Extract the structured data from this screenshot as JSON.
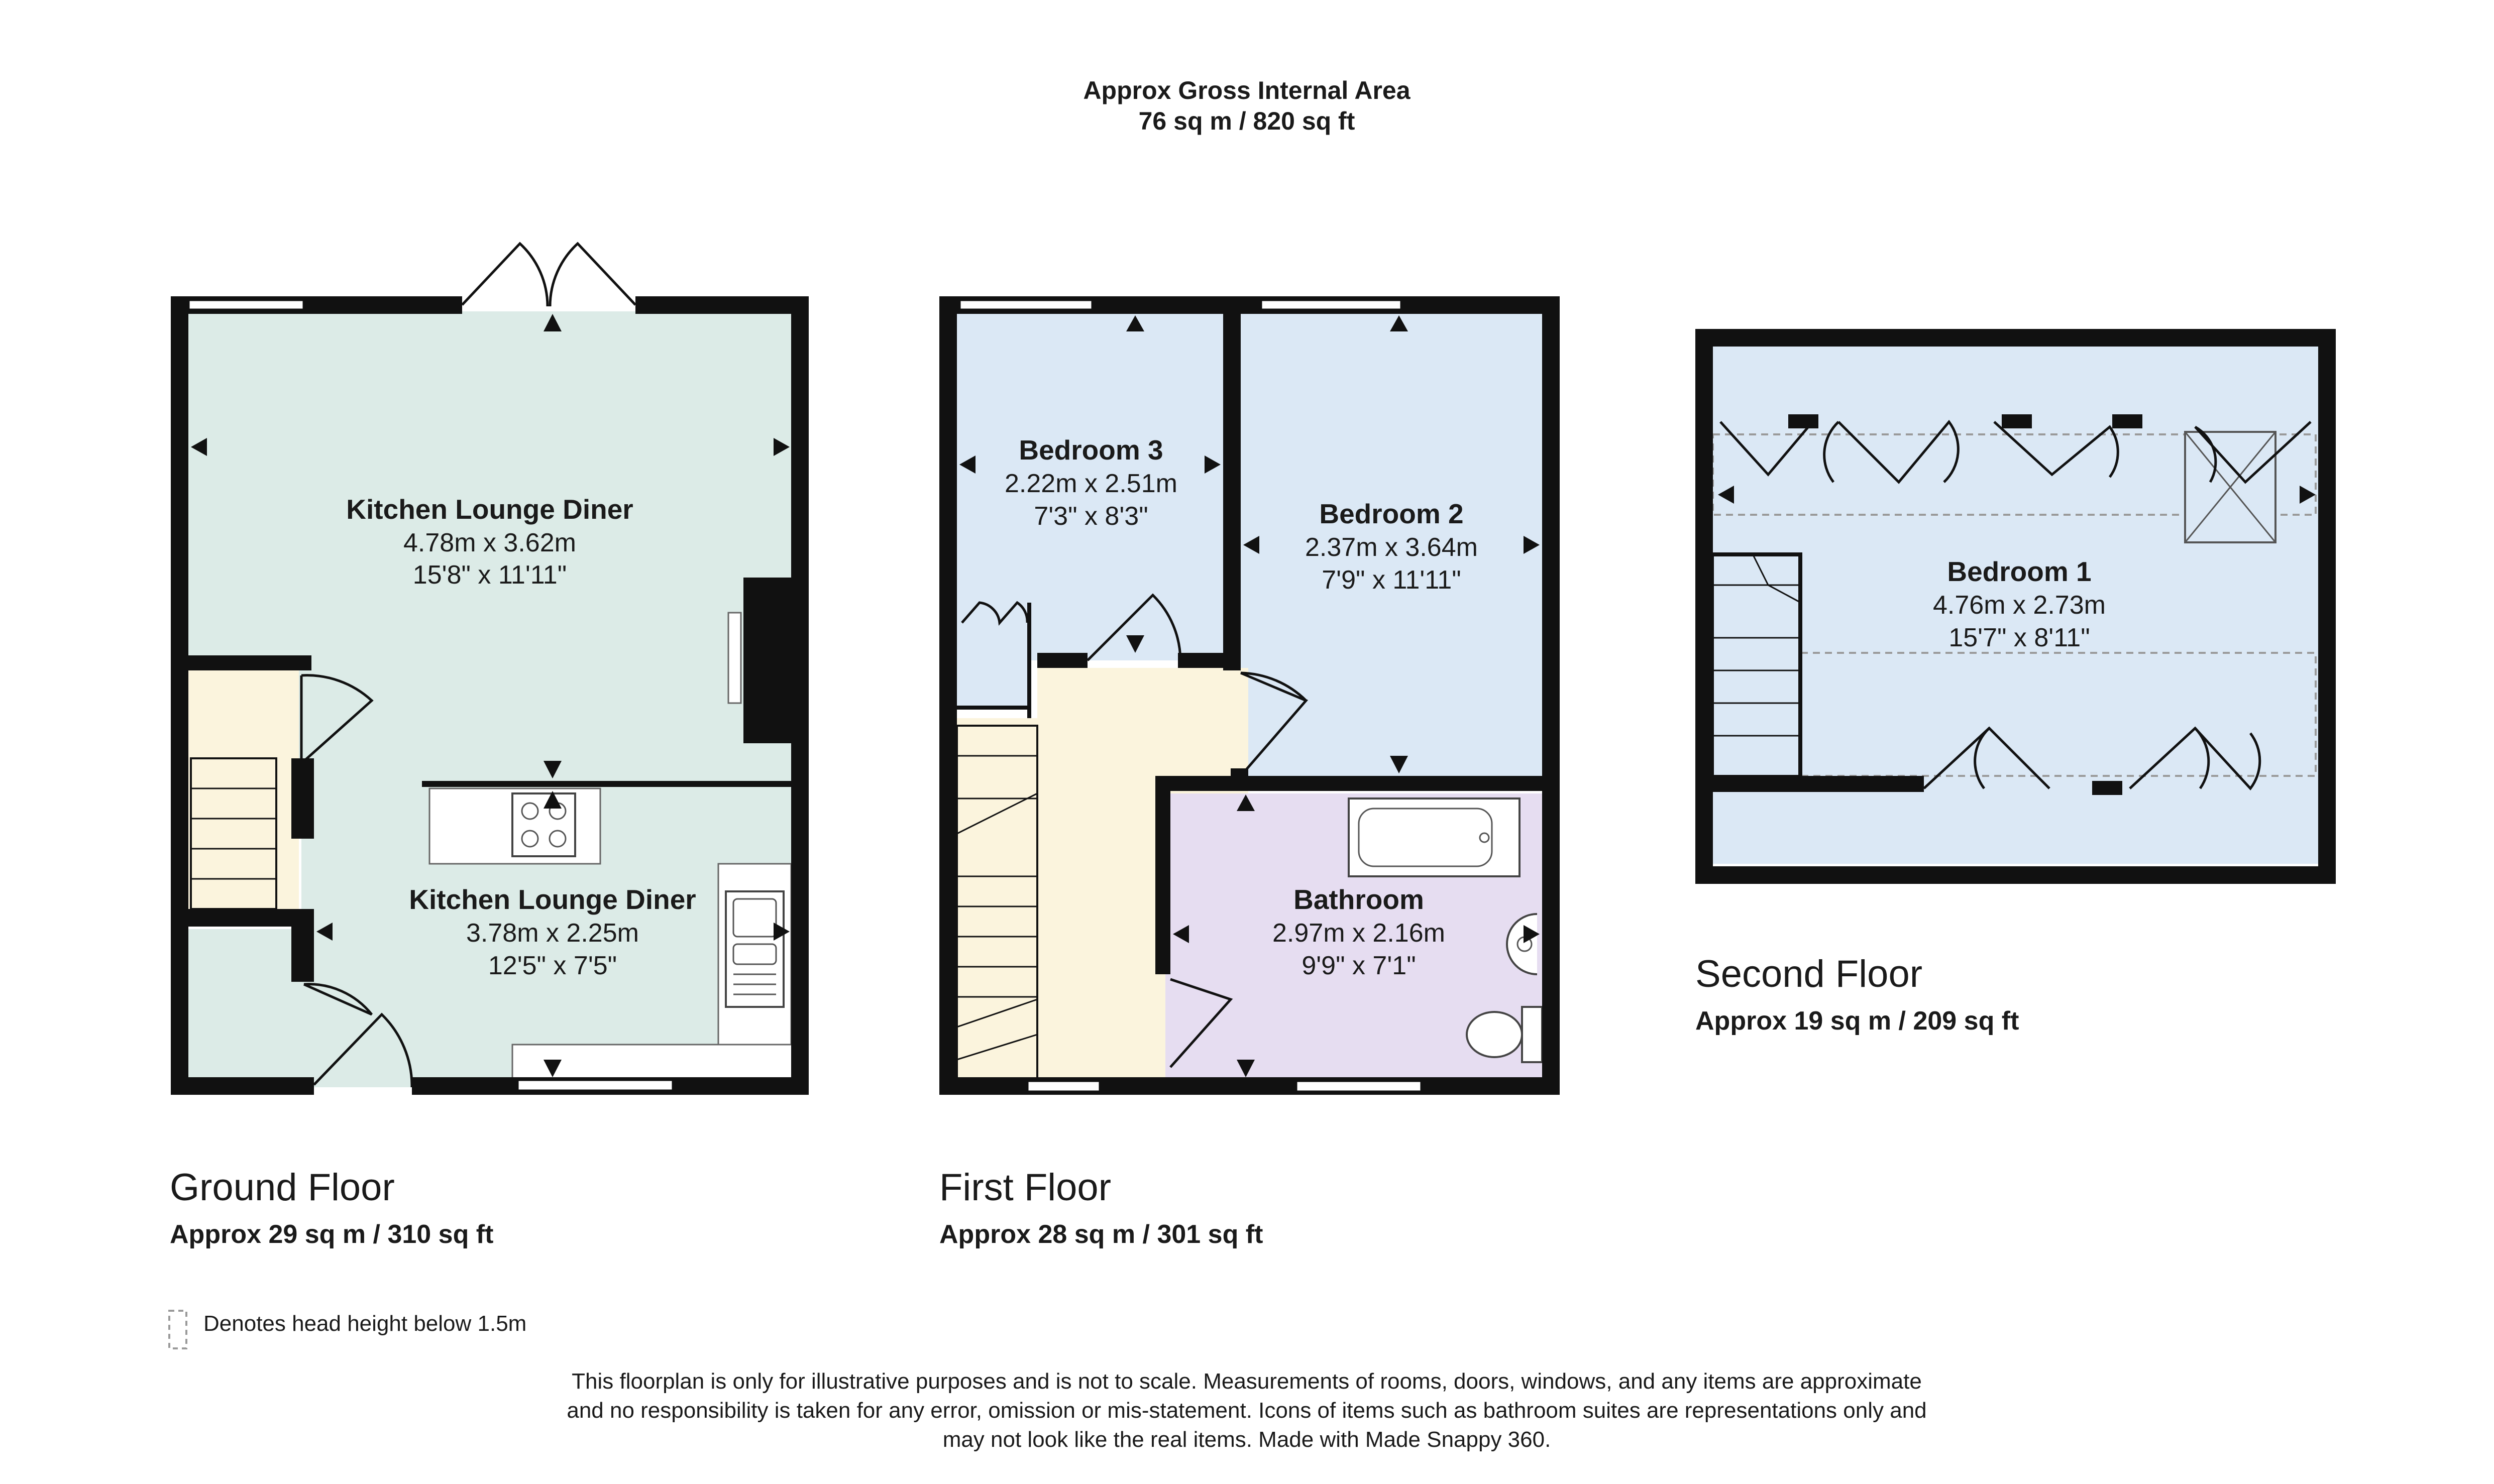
{
  "header": {
    "line1": "Approx Gross Internal Area",
    "line2": "76 sq m / 820 sq ft"
  },
  "colors": {
    "living": "#dcebe7",
    "bedroom": "#dbe8f5",
    "hall": "#fbf4dd",
    "bathroom": "#e6ddf1",
    "wall": "#111111"
  },
  "ground_floor": {
    "title": "Ground Floor",
    "area": "Approx 29 sq m / 310 sq ft",
    "rooms": [
      {
        "name": "Kitchen Lounge Diner",
        "metric": "4.78m x 3.62m",
        "imperial": "15'8\" x 11'11\""
      },
      {
        "name": "Kitchen Lounge Diner",
        "metric": "3.78m x 2.25m",
        "imperial": "12'5\" x 7'5\""
      }
    ]
  },
  "first_floor": {
    "title": "First Floor",
    "area": "Approx 28 sq m / 301 sq ft",
    "rooms": [
      {
        "name": "Bedroom 3",
        "metric": "2.22m x 2.51m",
        "imperial": "7'3\" x 8'3\""
      },
      {
        "name": "Bedroom 2",
        "metric": "2.37m x 3.64m",
        "imperial": "7'9\" x 11'11\""
      },
      {
        "name": "Bathroom",
        "metric": "2.97m x 2.16m",
        "imperial": "9'9\" x 7'1\""
      }
    ]
  },
  "second_floor": {
    "title": "Second Floor",
    "area": "Approx 19 sq m / 209 sq ft",
    "rooms": [
      {
        "name": "Bedroom 1",
        "metric": "4.76m x 2.73m",
        "imperial": "15'7\" x 8'11\""
      }
    ]
  },
  "legend": {
    "head_height": "Denotes head height below 1.5m"
  },
  "disclaimer": {
    "line1": "This floorplan is only for illustrative purposes and is not to scale. Measurements of rooms, doors, windows, and any items are approximate",
    "line2": "and no responsibility is taken for any error, omission or mis-statement. Icons of items such as bathroom suites are representations only and",
    "line3": "may not look like the real items. Made with Made Snappy 360."
  }
}
